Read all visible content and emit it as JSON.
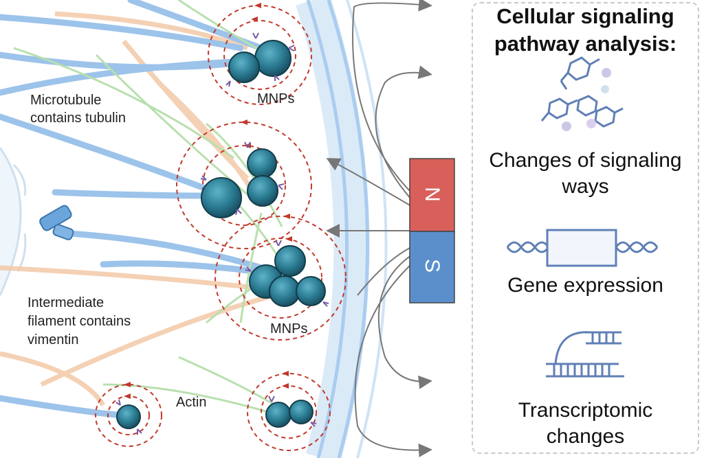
{
  "labels": {
    "microtubule_line1": "Microtubule",
    "microtubule_line2": "contains tubulin",
    "intermediate_line1": "Intermediate",
    "intermediate_line2": "filament contains",
    "intermediate_line3": "vimentin",
    "actin": "Actin",
    "mnps_top": "MNPs",
    "mnps_middle": "MNPs"
  },
  "magnet": {
    "north_label": "N",
    "south_label": "S",
    "north_color": "#d95f5a",
    "south_color": "#5b8fcc"
  },
  "panel": {
    "title_line1": "Cellular signaling",
    "title_line2": "pathway analysis:",
    "item1_line1": "Changes of signaling",
    "item1_line2": "ways",
    "item2": "Gene expression",
    "item3_line1": "Transcriptomic",
    "item3_line2": "changes",
    "icons": [
      "molecule-structure-icon",
      "gene-dna-icon",
      "transcription-rna-icon"
    ]
  },
  "colors": {
    "microtubule": "#8fbbe6",
    "intermediate_filament": "#f3c19c",
    "actin": "#a8d9a0",
    "nanoparticle": "#2f7f94",
    "field_circle": "#c0392b",
    "membrane": "#bcd9f2"
  }
}
